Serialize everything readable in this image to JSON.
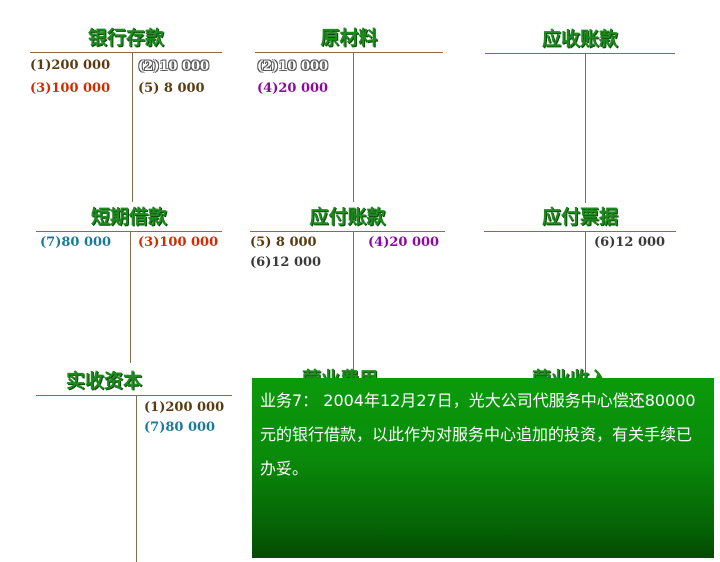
{
  "accounts": {
    "bank_deposit": {
      "title": "银行存款",
      "debit": [
        "(1)200 000",
        "(3)100 000"
      ],
      "credit": [
        "(2)10 000",
        "(5) 8 000"
      ]
    },
    "raw_materials": {
      "title": "原材料",
      "debit": [
        "(2)10 000",
        "(4)20 000"
      ],
      "credit": []
    },
    "accounts_receivable": {
      "title": "应收账款",
      "debit": [],
      "credit": []
    },
    "short_term_loan": {
      "title": "短期借款",
      "debit": [
        "(7)80 000"
      ],
      "credit": [
        "(3)100 000"
      ]
    },
    "accounts_payable": {
      "title": "应付账款",
      "debit": [
        "(5) 8 000",
        "(6)12 000"
      ],
      "credit": [
        "(4)20 000"
      ]
    },
    "notes_payable": {
      "title": "应付票据",
      "debit": [],
      "credit": [
        "(6)12 000"
      ]
    },
    "paid_in_capital": {
      "title": "实收资本",
      "debit": [],
      "credit": [
        "(1)200 000",
        "(7)80 000"
      ]
    },
    "hidden_1": {
      "title": "营业费用"
    },
    "hidden_2": {
      "title": "营业收入"
    }
  },
  "note": {
    "text": "业务7： 2004年12月27日，光大公司代服务中心偿还80000元的银行借款，以此作为对服务中心追加的投资，有关手续已办妥。"
  },
  "colors": {
    "title_green": "#1f8a1f",
    "line_brown": "#8b6b4a",
    "note_green": "#0a8a0a"
  }
}
